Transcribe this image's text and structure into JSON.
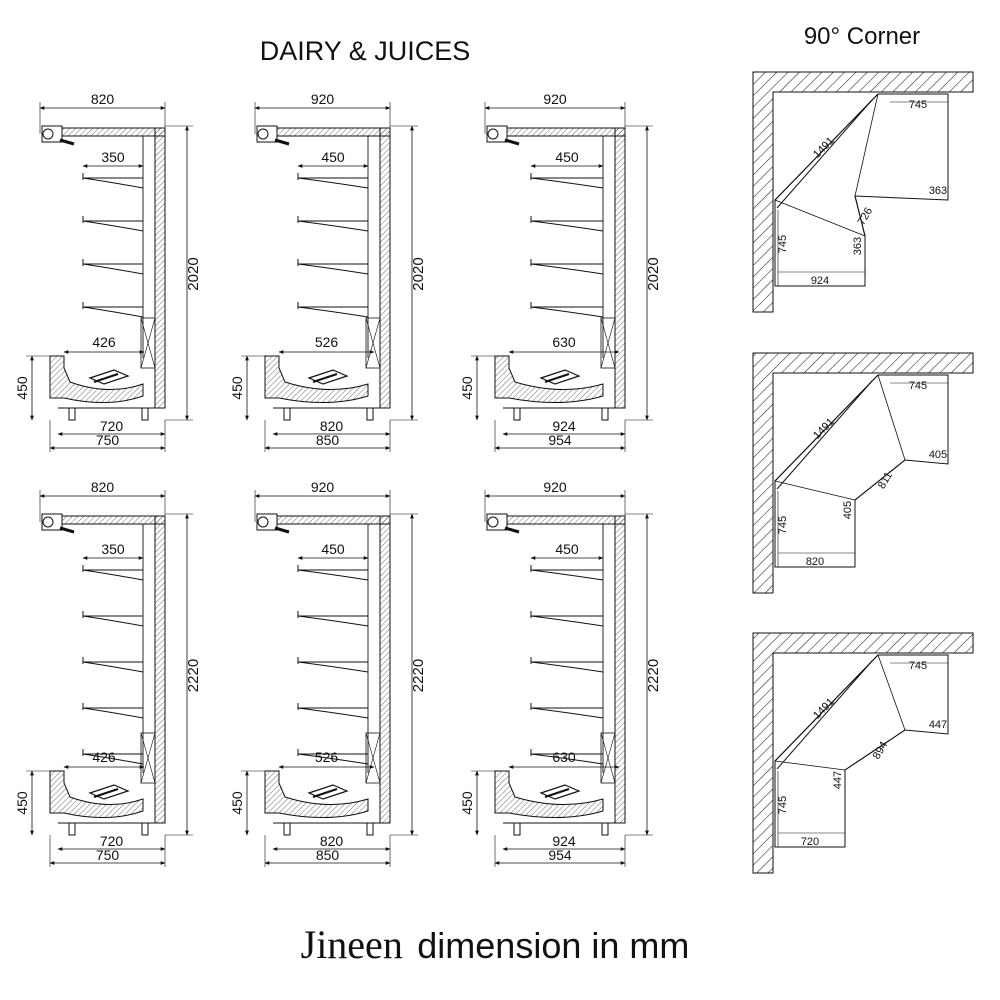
{
  "title": "DAIRY & JUICES",
  "corner_title": "90° Corner",
  "footer": {
    "brand": "Jineen",
    "text": "dimension in mm"
  },
  "units": [
    {
      "top": "820",
      "shelf": "350",
      "height": "2020",
      "base": "426",
      "side": "450",
      "bottom1": "720",
      "bottom2": "750"
    },
    {
      "top": "920",
      "shelf": "450",
      "height": "2020",
      "base": "526",
      "side": "450",
      "bottom1": "820",
      "bottom2": "850"
    },
    {
      "top": "920",
      "shelf": "450",
      "height": "2020",
      "base": "630",
      "side": "450",
      "bottom1": "924",
      "bottom2": "954"
    },
    {
      "top": "820",
      "shelf": "350",
      "height": "2220",
      "base": "426",
      "side": "450",
      "bottom1": "720",
      "bottom2": "750"
    },
    {
      "top": "920",
      "shelf": "450",
      "height": "2220",
      "base": "526",
      "side": "450",
      "bottom1": "820",
      "bottom2": "850"
    },
    {
      "top": "920",
      "shelf": "450",
      "height": "2220",
      "base": "630",
      "side": "450",
      "bottom1": "924",
      "bottom2": "954"
    }
  ],
  "corners": [
    {
      "diag": "1491",
      "top": "745",
      "side": "745",
      "bottom": "924",
      "short1": "363",
      "short2": "363",
      "inner": "726"
    },
    {
      "diag": "1491",
      "top": "745",
      "side": "745",
      "bottom": "820",
      "short1": "405",
      "short2": "405",
      "inner": "811"
    },
    {
      "diag": "1491",
      "top": "745",
      "side": "745",
      "bottom": "720",
      "short1": "447",
      "short2": "447",
      "inner": "894"
    }
  ]
}
